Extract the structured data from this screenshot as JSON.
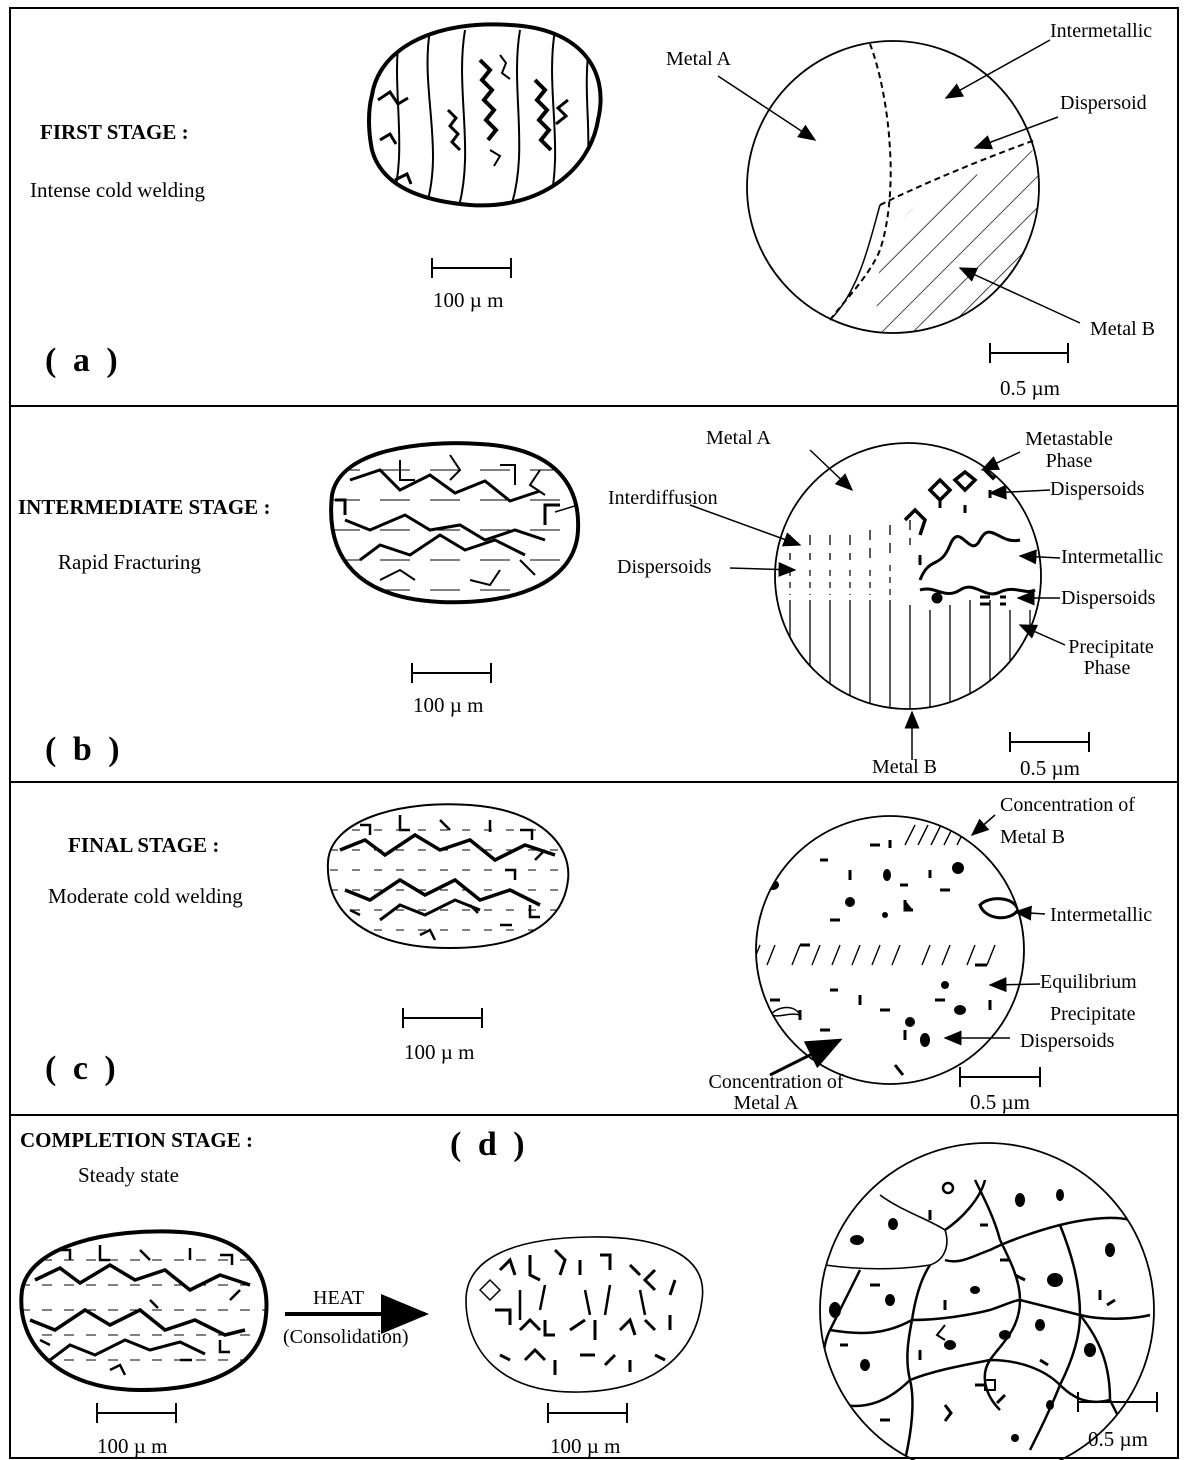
{
  "panels": {
    "a": {
      "letter": "( a )",
      "stage_title": "FIRST STAGE :",
      "stage_desc": "Intense cold welding",
      "particle_scale": "100  µ m",
      "micro_scale": "0.5 µm",
      "labels": {
        "metal_a": "Metal A",
        "intermetallic": "Intermetallic",
        "dispersoid": "Dispersoid",
        "metal_b": "Metal B"
      }
    },
    "b": {
      "letter": "( b )",
      "stage_title": "INTERMEDIATE STAGE :",
      "stage_desc": "Rapid Fracturing",
      "particle_scale": "100  µ m",
      "micro_scale": "0.5 µm",
      "labels": {
        "metal_a": "Metal A",
        "interdiffusion": "Interdiffusion",
        "dispersoids_left": "Dispersoids",
        "metastable_1": "Metastable",
        "metastable_2": "Phase",
        "dispersoids_top": "Dispersoids",
        "intermetallic": "Intermetallic",
        "dispersoids_right": "Dispersoids",
        "precipitate_1": "Precipitate",
        "precipitate_2": "Phase",
        "metal_b": "Metal B"
      }
    },
    "c": {
      "letter": "( c )",
      "stage_title": "FINAL STAGE :",
      "stage_desc": "Moderate cold welding",
      "particle_scale": "100  µ m",
      "micro_scale": "0.5 µm",
      "labels": {
        "conc_b_1": "Concentration of",
        "conc_b_2": "Metal B",
        "intermetallic": "Intermetallic",
        "equil_1": "Equilibrium",
        "equil_2": "Precipitate",
        "dispersoids": "Dispersoids",
        "conc_a_1": "Concentration of",
        "conc_a_2": "Metal A"
      }
    },
    "d": {
      "letter": "( d )",
      "stage_title": "COMPLETION STAGE  :",
      "stage_desc": "Steady state",
      "heat_label": "HEAT",
      "consolidation_label": "(Consolidation)",
      "particle_scale_1": "100  µ m",
      "particle_scale_2": "100  µ m",
      "micro_scale": "0.5 µm"
    }
  },
  "colors": {
    "ink": "#000000",
    "paper": "#ffffff"
  }
}
